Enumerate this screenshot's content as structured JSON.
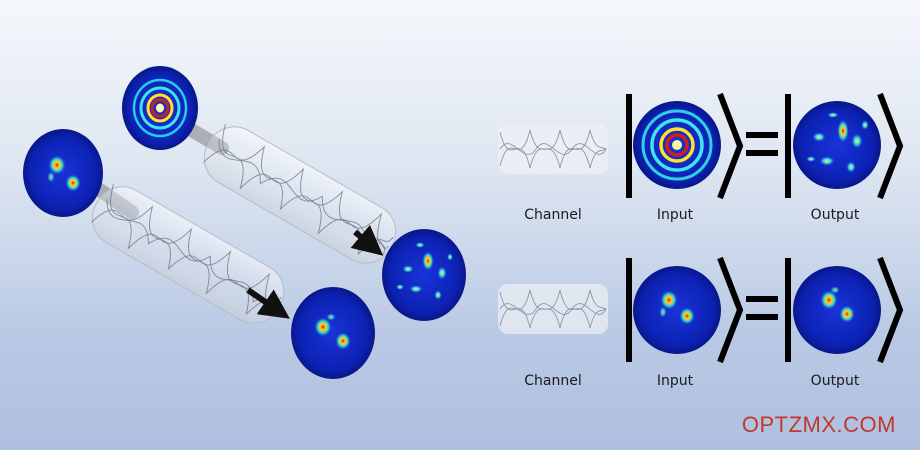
{
  "labels": {
    "row1": {
      "channel": "Channel",
      "input": "Input",
      "output": "Output"
    },
    "row2": {
      "channel": "Channel",
      "input": "Input",
      "output": "Output"
    }
  },
  "watermark": "OPTZMX.COM",
  "colors": {
    "disk_blue": "#0b1fae",
    "ring_red": "#d0201a",
    "ring_yellow": "#ffe22a",
    "ring_cyan": "#27e0f0",
    "arrow": "#111111",
    "fiber": "#9aa0a8"
  }
}
